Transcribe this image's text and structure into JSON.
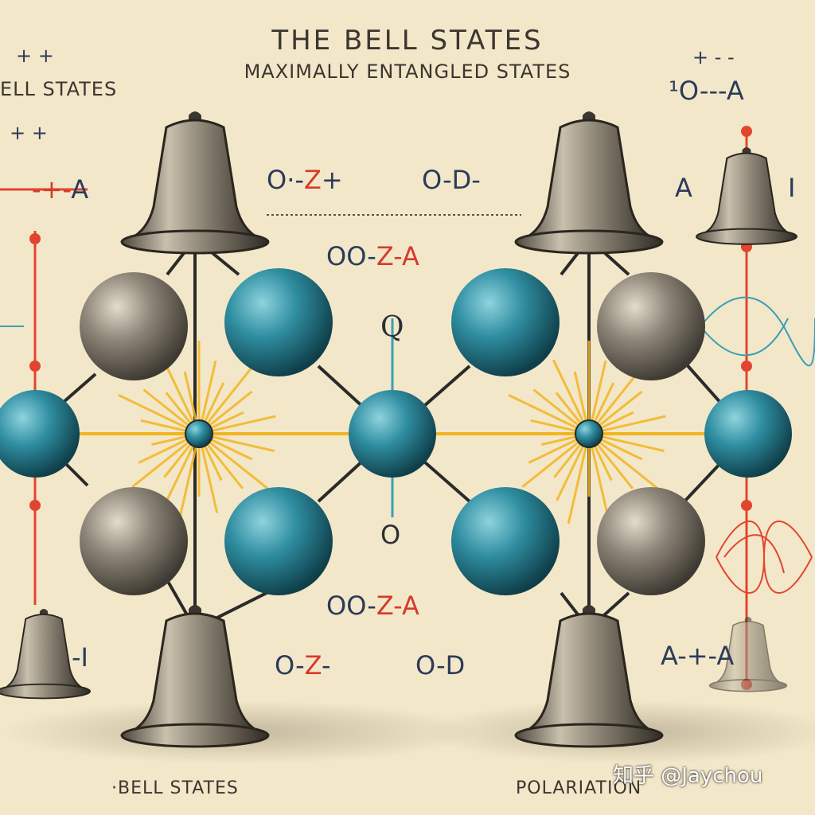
{
  "title": "THE BELL STATES",
  "subtitle": "MAXIMALLY ENTANGLED STATES",
  "corner_label": "ELL STATES",
  "bottom_left_label": "·BELL STATES",
  "bottom_right_label": "POLARIATION",
  "watermark": "知乎 @Jaychou",
  "center_top_symbol": "Q",
  "center_bottom_symbol": "O",
  "notations": [
    {
      "id": "n1",
      "parts": [
        {
          "t": "O·-",
          "c": "b"
        },
        {
          "t": "Z",
          "c": "r"
        },
        {
          "t": "+",
          "c": "b"
        }
      ]
    },
    {
      "id": "n2",
      "parts": [
        {
          "t": "O",
          "c": "b"
        },
        {
          "t": "-D-",
          "c": "b"
        }
      ]
    },
    {
      "id": "n3",
      "parts": [
        {
          "t": "OO-",
          "c": "b"
        },
        {
          "t": "Z-",
          "c": "r"
        },
        {
          "t": "A",
          "c": "r"
        }
      ]
    },
    {
      "id": "n4",
      "parts": [
        {
          "t": "OO-",
          "c": "b"
        },
        {
          "t": "Z-",
          "c": "r"
        },
        {
          "t": "A",
          "c": "r"
        }
      ]
    },
    {
      "id": "n5",
      "parts": [
        {
          "t": "O-",
          "c": "b"
        },
        {
          "t": "Z",
          "c": "r"
        },
        {
          "t": "-",
          "c": "b"
        }
      ]
    },
    {
      "id": "n6",
      "parts": [
        {
          "t": "O",
          "c": "b"
        },
        {
          "t": "-D",
          "c": "b"
        }
      ]
    },
    {
      "id": "n7",
      "parts": [
        {
          "t": "+ +",
          "c": "b"
        }
      ]
    },
    {
      "id": "n8",
      "parts": [
        {
          "t": "+ +",
          "c": "b"
        }
      ]
    },
    {
      "id": "n9",
      "parts": [
        {
          "t": "-+",
          "c": "r"
        },
        {
          "t": "-",
          "c": "r"
        },
        {
          "t": "A",
          "c": "b"
        }
      ]
    },
    {
      "id": "n10",
      "parts": [
        {
          "t": "-",
          "c": "b"
        },
        {
          "t": "I",
          "c": "b"
        }
      ]
    },
    {
      "id": "n11",
      "parts": [
        {
          "t": "+ - -",
          "c": "b"
        }
      ]
    },
    {
      "id": "n12",
      "parts": [
        {
          "t": "¹O---A",
          "c": "b"
        }
      ]
    },
    {
      "id": "n13",
      "parts": [
        {
          "t": "A",
          "c": "b"
        }
      ]
    },
    {
      "id": "n14",
      "parts": [
        {
          "t": "I",
          "c": "b"
        }
      ]
    },
    {
      "id": "n15",
      "parts": [
        {
          "t": "A",
          "c": "b"
        },
        {
          "t": "-+-",
          "c": "b"
        },
        {
          "t": "A",
          "c": "b"
        }
      ]
    }
  ],
  "colors": {
    "background": "#f3e7c9",
    "teal_sphere": "#2f8ea1",
    "gray_sphere": "#8d8577",
    "ray_yellow": "#f2b420",
    "red_line": "#e2452f",
    "ink": "#3b3630"
  }
}
